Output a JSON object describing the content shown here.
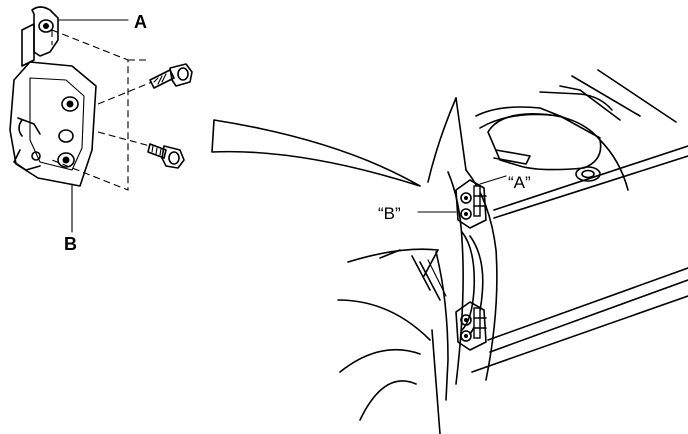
{
  "labels": {
    "hinge_upper_letter": "A",
    "hinge_lower_letter": "B",
    "door_upper_hinge": "“A”",
    "door_lower_hinge": "“B”"
  }
}
